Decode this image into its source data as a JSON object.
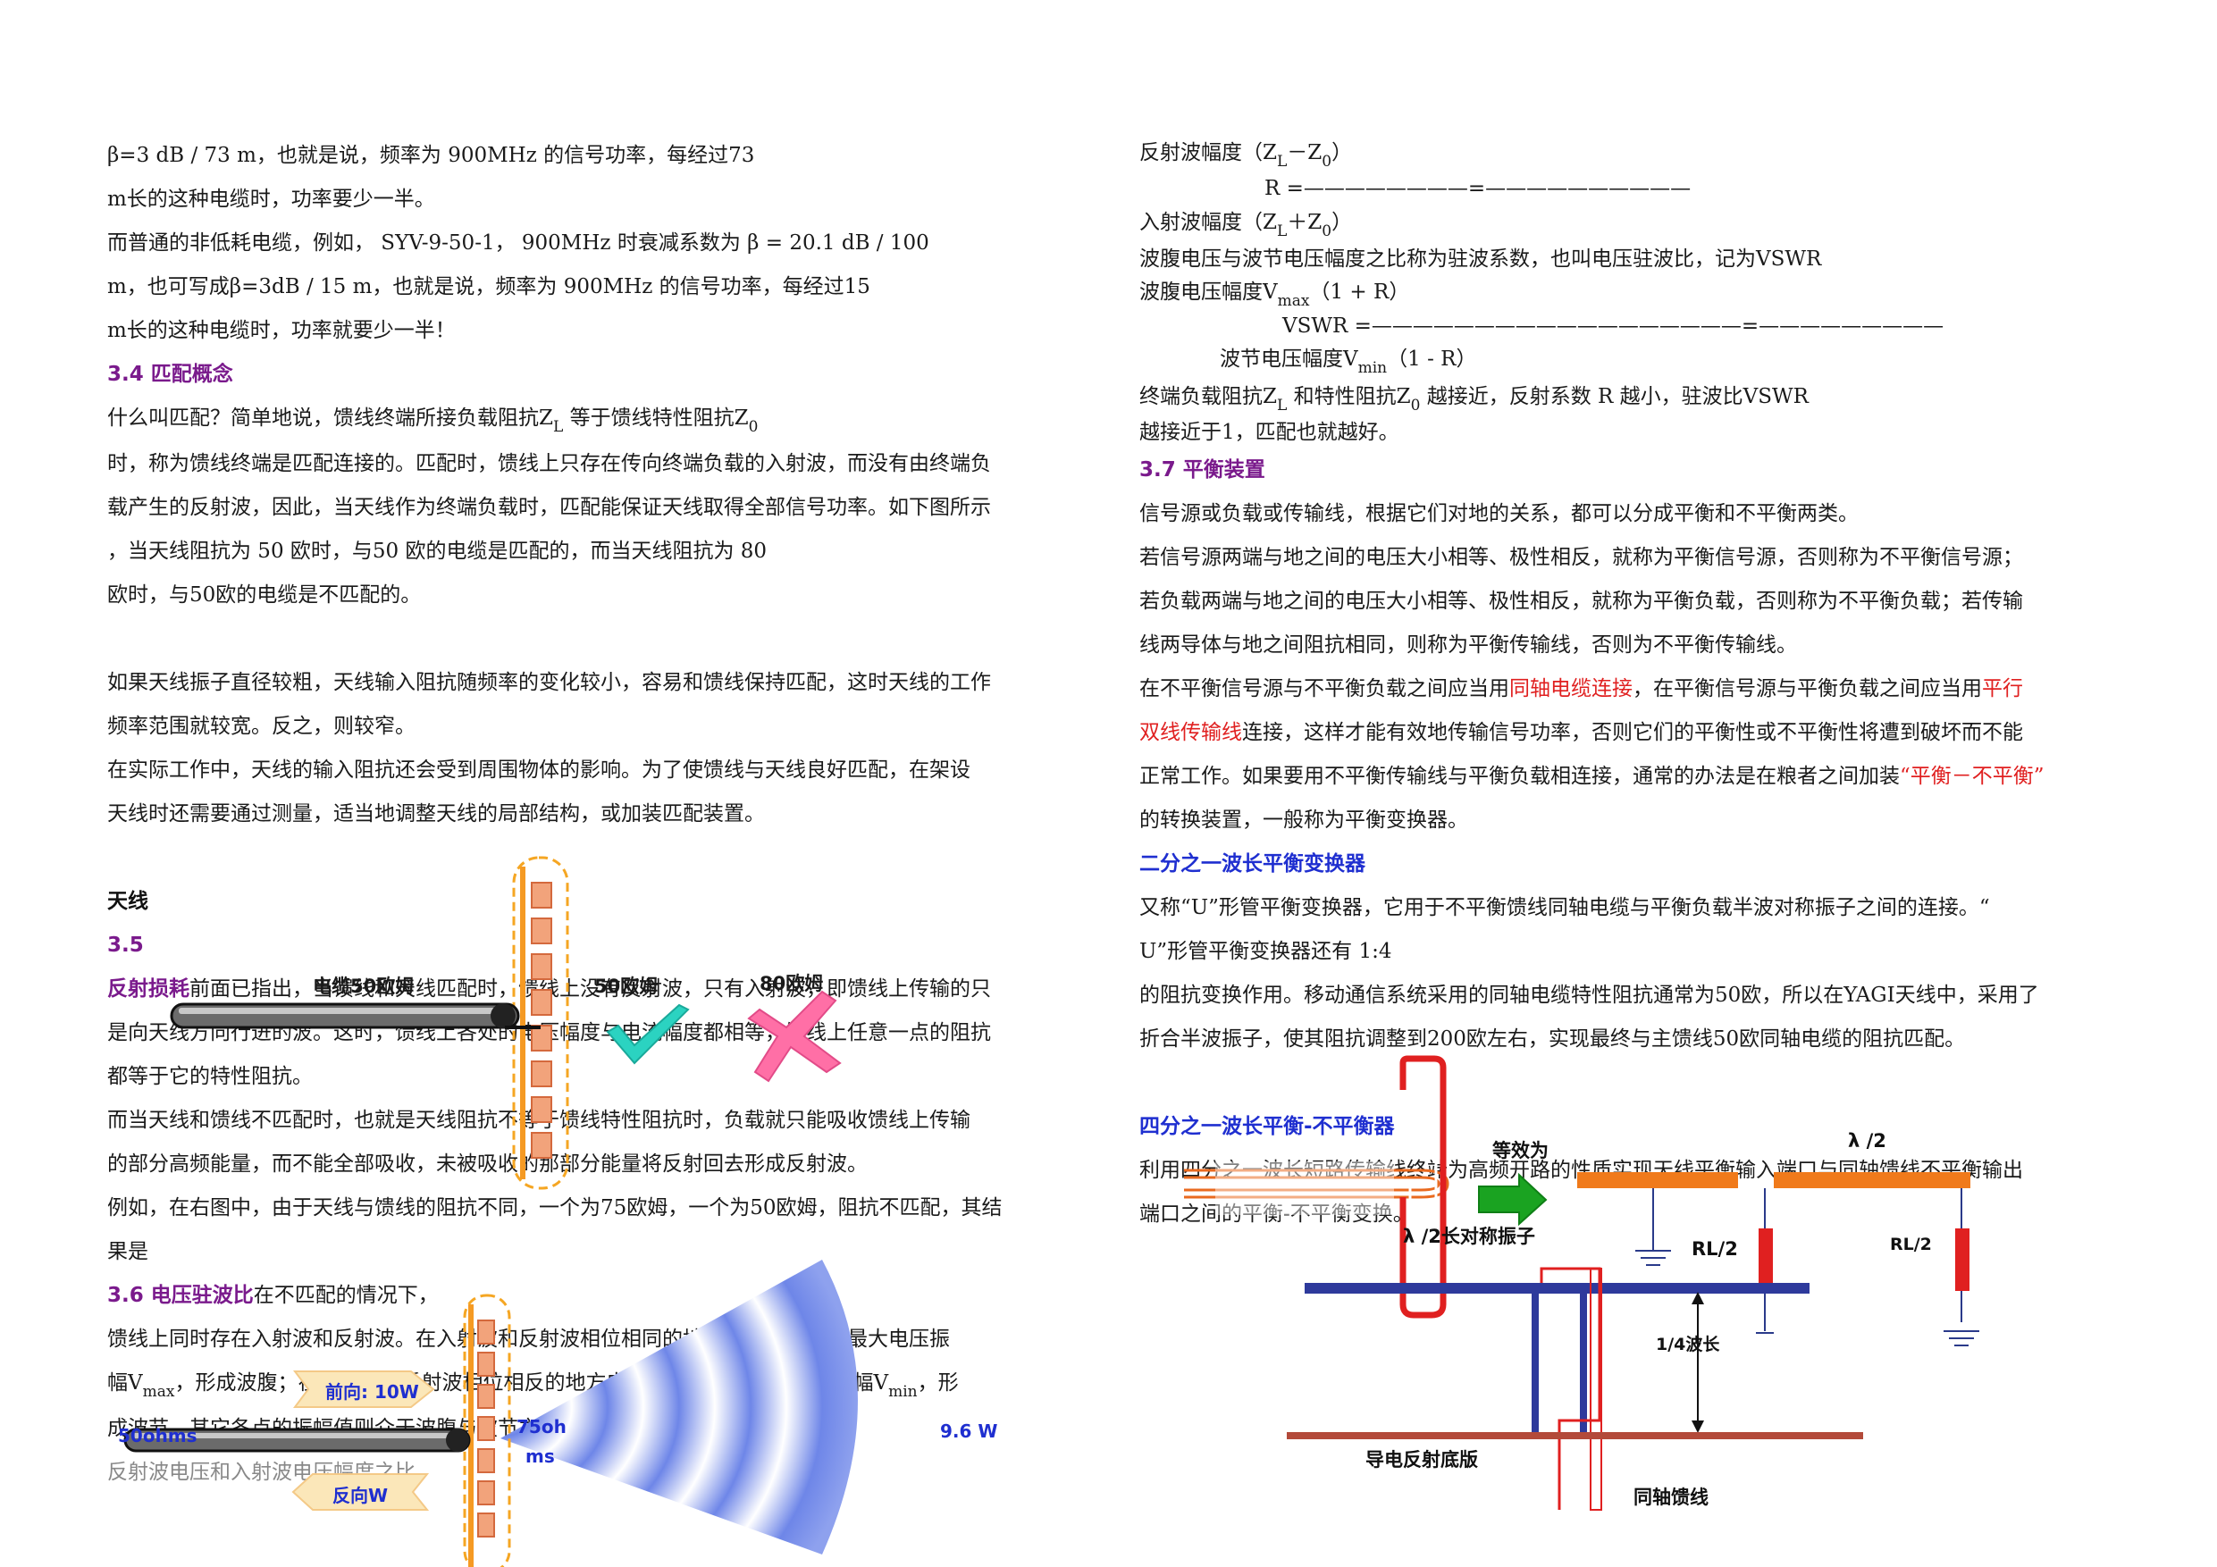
{
  "left": {
    "p1": [
      "β=3 dB / 73 m，也就是说，频率为 900MHz 的信号功率，每经过73",
      "m长的这种电缆时，功率要少一半。",
      "而普通的非低耗电缆，例如， SYV-9-50-1， 900MHz 时衰减系数为 β = 20.1 dB / 100",
      "m，也可写成β=3dB / 15 m，也就是说，频率为 900MHz 的信号功率，每经过15",
      "m长的这种电缆时，功率就要少一半！"
    ],
    "h34": "3.4 匹配概念",
    "p2_first": "什么叫匹配？简单地说，馈线终端所接负载阻抗Z",
    "p2_sub_L": "L",
    "p2_mid": " 等于馈线特性阻抗Z",
    "p2_sub_0": "0",
    "p2": [
      "时，称为馈线终端是匹配连接的。匹配时，馈线上只存在传向终端负载的入射波，而没有由终端负",
      "载产生的反射波，因此，当天线作为终端负载时，匹配能保证天线取得全部信号功率。如下图所示",
      "，当天线阻抗为 50  欧时，与50  欧的电缆是匹配的，而当天线阻抗为 80",
      "欧时，与50欧的电缆是不匹配的。"
    ],
    "p3": [
      "如果天线振子直径较粗，天线输入阻抗随频率的变化较小，容易和馈线保持匹配，这时天线的工作",
      "频率范围就较宽。反之，则较窄。",
      "    在实际工作中，天线的输入阻抗还会受到周围物体的影响。为了使馈线与天线良好匹配，在架设",
      "天线时还需要通过测量，适当地调整天线的局部结构，或加装匹配装置。"
    ],
    "antenna_label": "天线",
    "h35": "3.5",
    "p4_head": "反射损耗",
    "p4_first": "前面已指出，当馈线和天线匹配时，馈线上没有反射波，只有入射波，即馈线上传输的只",
    "p4": [
      "是向天线方向行进的波。这时，馈线上各处的电压幅度与电流幅度都相等，馈线上任意一点的阻抗",
      "都等于它的特性阻抗。",
      "    而当天线和馈线不匹配时，也就是天线阻抗不等于馈线特性阻抗时，负载就只能吸收馈线上传输",
      "的部分高频能量，而不能全部吸收，未被吸收的那部分能量将反射回去形成反射波。",
      "例如，在右图中，由于天线与馈线的阻抗不同，一个为75欧姆，一个为50欧姆，阻抗不匹配，其结",
      "果是"
    ],
    "h36": "3.6 电压驻波比",
    "p5_first": "在不匹配的情况下，",
    "p5": [
      "馈线上同时存在入射波和反射波。在入射波和反射波相位相同的地方，振幅相加为最大电压振",
      "幅V",
      "成波节。其它各点的振幅值则介于波腹与波节之间。",
      "反射波电压和入射波电压幅度之比"
    ],
    "p5_l2_sub": "max",
    "p5_l2_rest": "，形成波腹；在入射波和反射波相位相反的地方电压振幅相减为最小电压振幅V",
    "p5_l2_sub2": "min",
    "p5_l2_end": "，形"
  },
  "fig1": {
    "cable": "电缆50欧姆",
    "ohm50": "50欧姆",
    "ohm80": "80欧姆"
  },
  "fig2": {
    "forward": "前向: 10W",
    "reverse": "反向W",
    "ohms50": "50ohms",
    "ohms75_a": "75oh",
    "ohms75_b": "ms",
    "power": "9.6 W"
  },
  "right": {
    "r1": "反射波幅度（Z",
    "r1_sub1": "L",
    "r1_mid": "－Z",
    "r1_sub2": "0",
    "r1_end": "）",
    "r2": "R =————————=——————————",
    "r3": "入射波幅度（Z",
    "r3_sub1": "L",
    "r3_mid": "＋Z",
    "r3_sub2": "0",
    "r3_end": "）",
    "r4": "  波腹电压与波节电压幅度之比称为驻波系数，也叫电压驻波比，记为VSWR",
    "r5": "波腹电压幅度V",
    "r5_sub": "max",
    "r5_end": "（1 + R）",
    "r6": "VSWR =——————————————————=—————————",
    "r7": "波节电压幅度V",
    "r7_sub": "min",
    "r7_end": "（1 - R）",
    "r8": "    终端负载阻抗Z",
    "r8_sub1": "L",
    "r8_mid": " 和特性阻抗Z",
    "r8_sub2": "0",
    "r8_end": " 越接近，反射系数 R 越小，驻波比VSWR",
    "r9": "越接近于1，匹配也就越好。",
    "h37": "3.7 平衡装置",
    "b1": [
      "信号源或负载或传输线，根据它们对地的关系，都可以分成平衡和不平衡两类。",
      "若信号源两端与地之间的电压大小相等、极性相反，就称为平衡信号源，否则称为不平衡信号源；",
      "若负载两端与地之间的电压大小相等、极性相反，就称为平衡负载，否则称为不平衡负载；若传输",
      "线两导体与地之间阻抗相同，则称为平衡传输线，否则为不平衡传输线。"
    ],
    "b2_a": "在不平衡信号源与不平衡负载之间应当用",
    "b2_red1": "同轴电缆连接",
    "b2_b": "，在平衡信号源与平衡负载之间应当用",
    "b2_red2": "平行",
    "b3_red": "双线传输线",
    "b3_rest": "连接，这样才能有效地传输信号功率，否则它们的平衡性或不平衡性将遭到破坏而不能",
    "b4_a": "正常工作。如果要用不平衡传输线与平衡负载相连接，通常的办法是在粮者之间加装",
    "b4_red": "“平衡－不平衡”",
    "b5": "的转换装置，一般称为平衡变换器。",
    "h_half": "二分之一波长平衡变换器",
    "c1": "    又称“U”形管平衡变换器，它用于不平衡馈线同轴电缆与平衡负载半波对称振子之间的连接。“",
    "c2": "U”形管平衡变换器还有 1:4",
    "c3": "的阻抗变换作用。移动通信系统采用的同轴电缆特性阻抗通常为50欧，所以在YAGI天线中，采用了",
    "c4": "折合半波振子，使其阻抗调整到200欧左右，实现最终与主馈线50欧同轴电缆的阻抗匹配。",
    "h_quarter": "四分之一波长平衡-不平衡器",
    "d1": "利用四分之一波长短路传输线终端为高频开路的性质实现天线平衡输入端口与同轴馈线不平衡输出",
    "d2": "端口之间的平衡-不平衡变换。"
  },
  "fig3": {
    "equiv": "等效为",
    "lambda2": "λ /2",
    "dipole": "λ /2长对称振子",
    "rl1": "RL/2",
    "rl2": "RL/2",
    "quarter": "1/4波长",
    "reflector": "导电反射底版",
    "coax": "同轴馈线"
  }
}
